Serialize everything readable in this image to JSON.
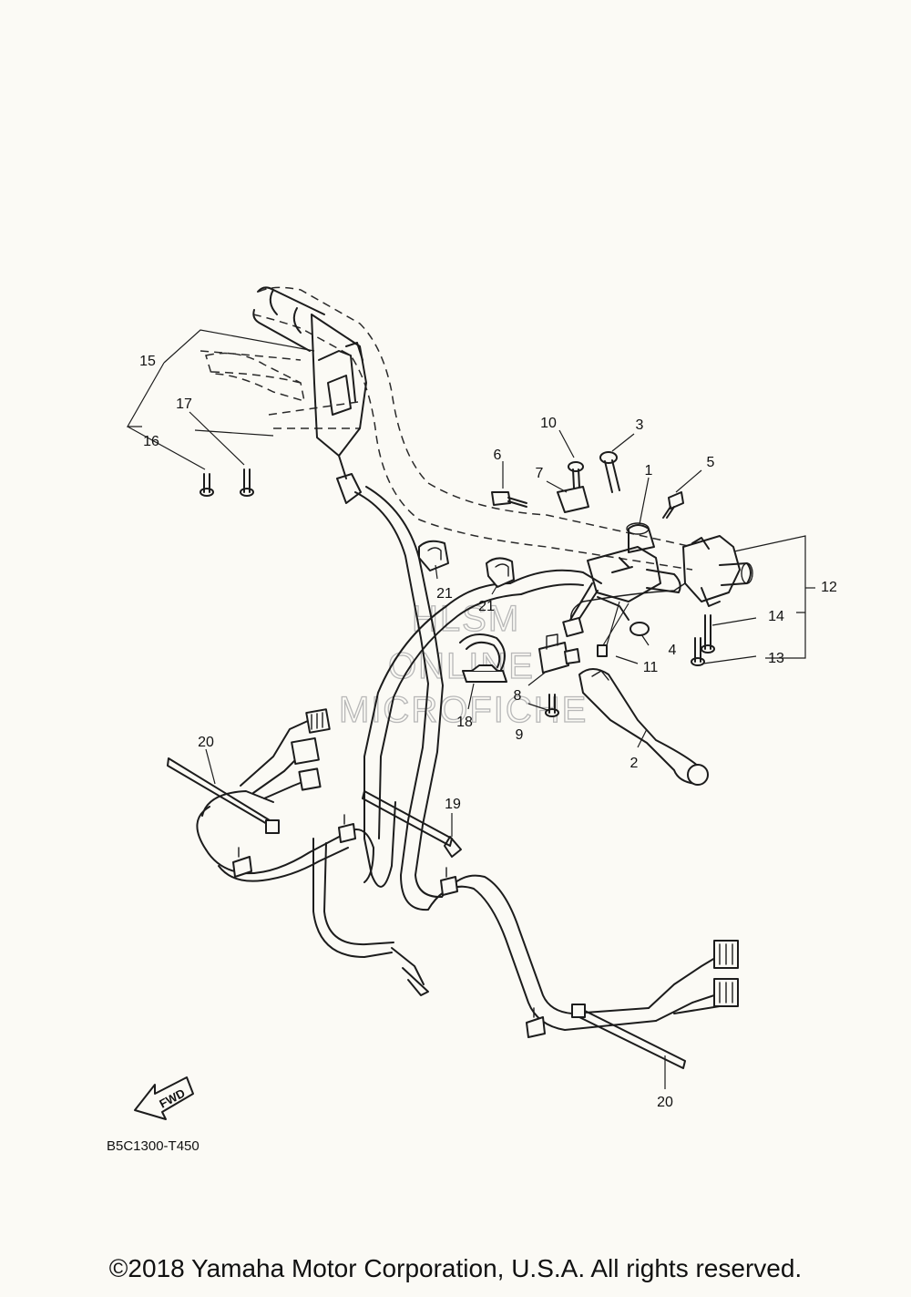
{
  "watermark": {
    "line1": "HLSM",
    "line2": "ONLINE",
    "line3": "MICROFICHE"
  },
  "callouts": {
    "c1": "1",
    "c2": "2",
    "c3": "3",
    "c4": "4",
    "c5": "5",
    "c6": "6",
    "c7": "7",
    "c8": "8",
    "c9": "9",
    "c10": "10",
    "c11": "11",
    "c12": "12",
    "c13": "13",
    "c14": "14",
    "c15": "15",
    "c16": "16",
    "c17": "17",
    "c18": "18",
    "c19": "19",
    "c20a": "20",
    "c20b": "20",
    "c21a": "21",
    "c21b": "21"
  },
  "fwd_label": "FWD",
  "diagram_code": "B5C1300-T450",
  "copyright": "©2018 Yamaha Motor Corporation, U.S.A. All rights reserved."
}
